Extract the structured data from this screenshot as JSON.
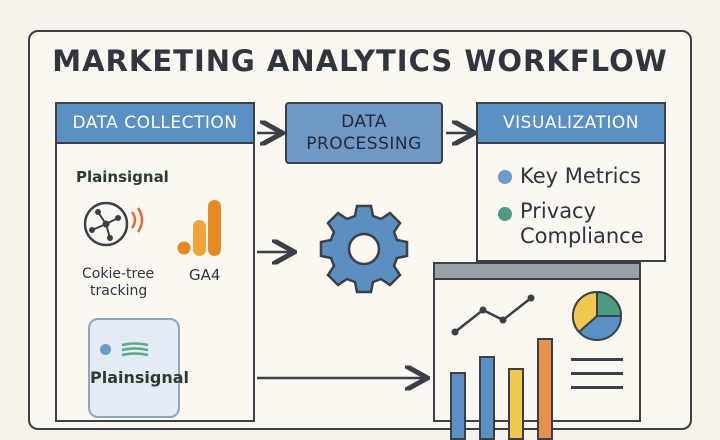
{
  "title": "MARKETING ANALYTICS WORKFLOW",
  "columns": {
    "collection": "DATA COLLECTION",
    "processing_line1": "DATA",
    "processing_line2": "PROCESSING",
    "visualization": "VISUALIZATION"
  },
  "collection": {
    "brand_top": "Plainsignal",
    "cookie_label_line1": "Cokie-tree",
    "cookie_label_line2": "tracking",
    "ga4_label": "GA4",
    "card_label": "Plainsignal"
  },
  "visualization": {
    "metrics": [
      {
        "label": "Key Metrics",
        "color": "#6b9bc6"
      },
      {
        "label": "Privacy",
        "color": "#4c9c83"
      },
      {
        "label": "Compliance"
      }
    ]
  },
  "colors": {
    "header_blue": "#5b90c4",
    "gear_blue": "#5b8fc0",
    "ga4_orange": "#e58a22",
    "bar_blue": "#5b90c4",
    "bar_orange": "#e8904e",
    "pie_yellow": "#f0c84e",
    "pie_green": "#4c9c83"
  }
}
